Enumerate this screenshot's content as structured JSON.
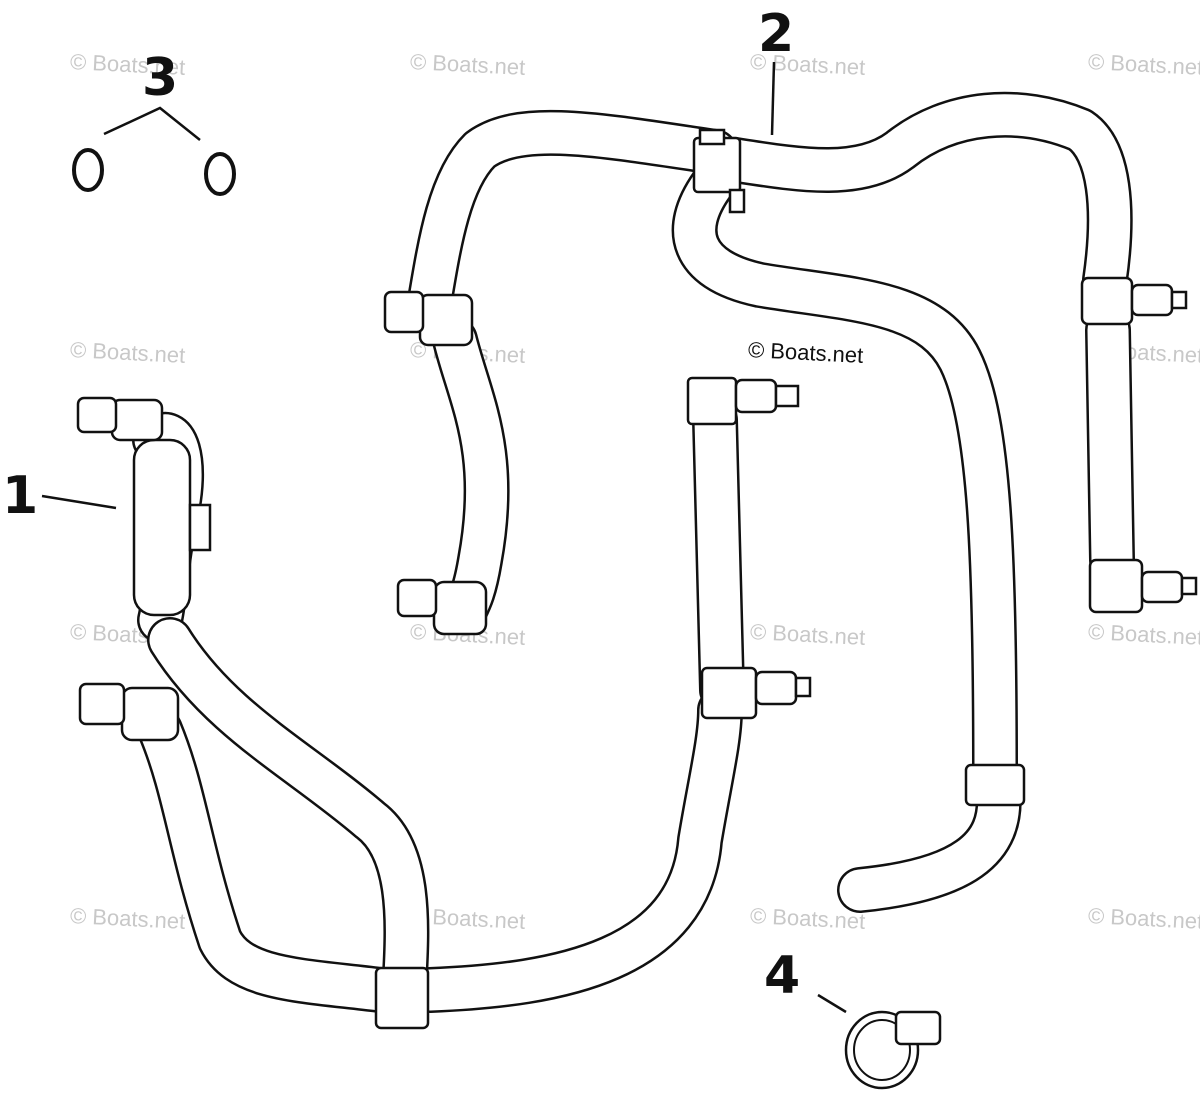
{
  "callouts": [
    {
      "id": "1",
      "label": "1"
    },
    {
      "id": "2",
      "label": "2"
    },
    {
      "id": "3",
      "label": "3"
    },
    {
      "id": "4",
      "label": "4"
    }
  ],
  "watermark_text": "© Boats.net",
  "copyright_text": "© Boats.net",
  "colors": {
    "line": "#111111",
    "watermark": "#c8c8c8",
    "background": "#ffffff"
  }
}
